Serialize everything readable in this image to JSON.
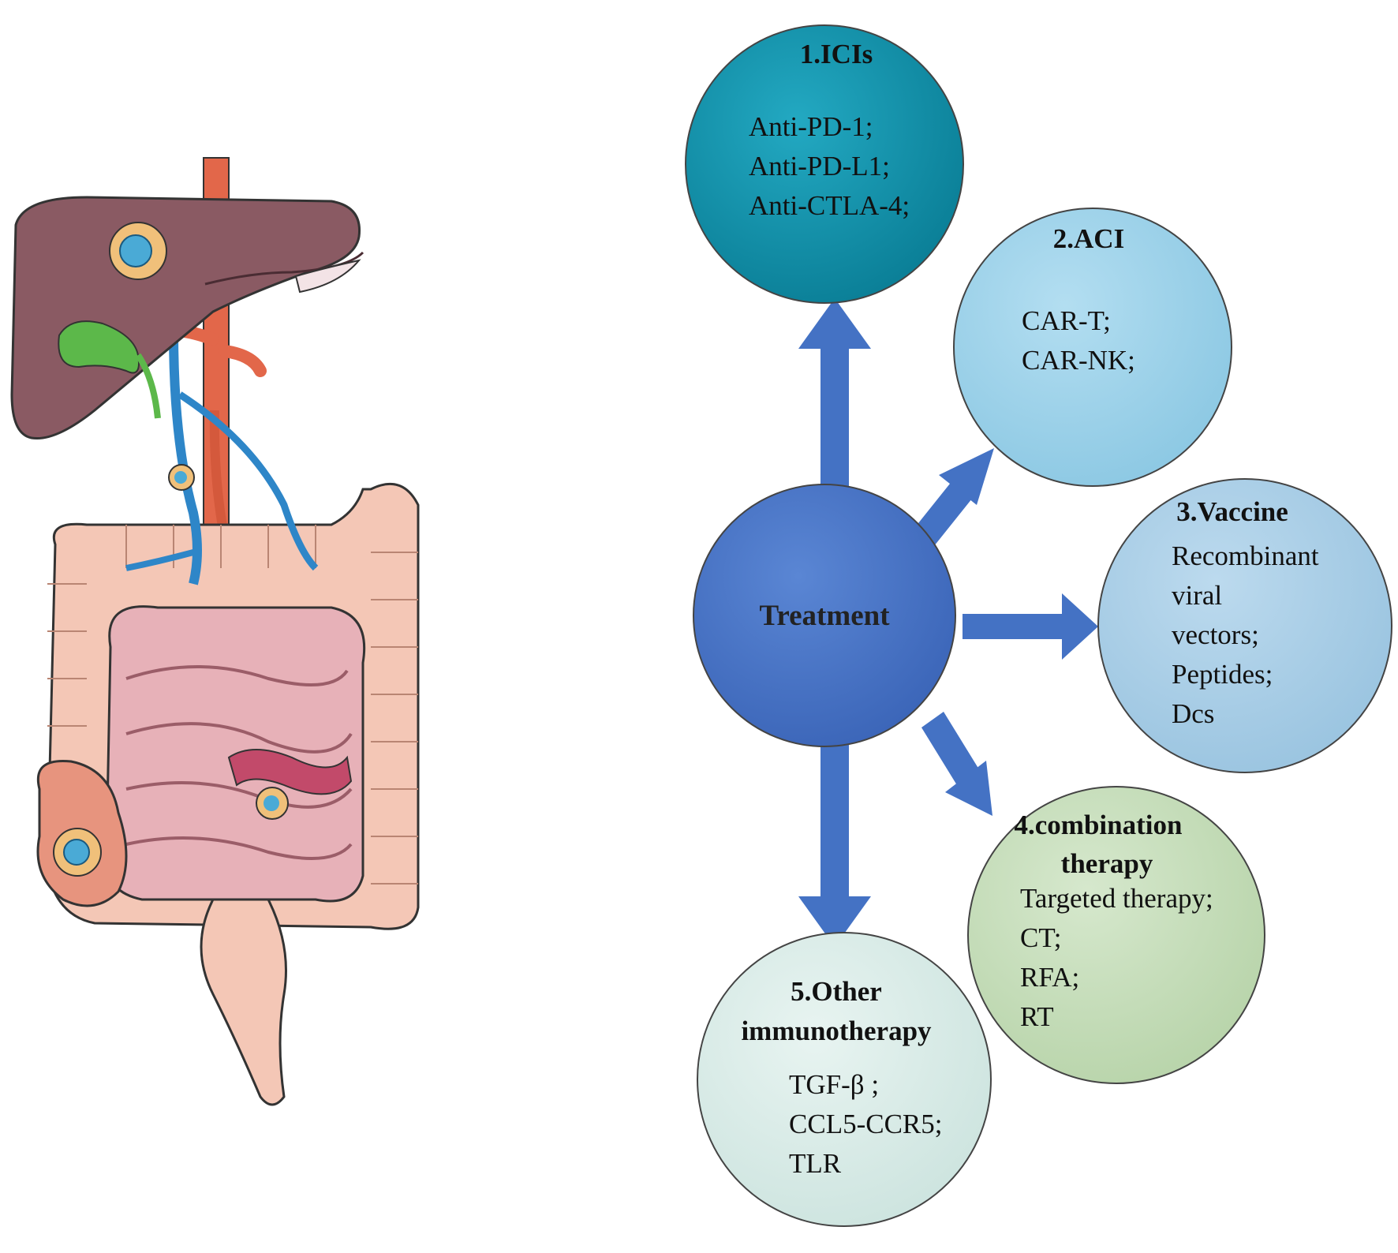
{
  "center": {
    "label": "Treatment"
  },
  "nodes": [
    {
      "id": "icis",
      "title": "1.ICIs",
      "items": [
        "Anti-PD-1;",
        "Anti-PD-L1;",
        "Anti-CTLA-4;"
      ]
    },
    {
      "id": "aci",
      "title": "2.ACI",
      "items": [
        "CAR-T;",
        "CAR-NK;"
      ]
    },
    {
      "id": "vaccine",
      "title": "3.Vaccine",
      "items": [
        "Recombinant",
        "viral",
        "vectors;",
        "Peptides;",
        "Dcs"
      ]
    },
    {
      "id": "combination",
      "title_lines": [
        "4.combination",
        "therapy"
      ],
      "items": [
        "Targeted therapy;",
        "CT;",
        "RFA;",
        "RT"
      ]
    },
    {
      "id": "other",
      "title_lines": [
        "5.Other",
        "immunotherapy"
      ],
      "items": [
        "TGF-β ;",
        "CCL5-CCR5;",
        "TLR"
      ]
    }
  ],
  "colors": {
    "center": "#4472c4",
    "arrow": "#4472c4",
    "icis": "#0f8fa8",
    "aci": "#9dd3ea",
    "vaccine": "#a8cde6",
    "combination": "#c6ddbb",
    "other": "#d9ece8",
    "liver": "#8a5a63",
    "artery": "#e2674a",
    "vein": "#2e86c8",
    "gallbladder": "#5cb84a",
    "intestine": "#e7b1b8",
    "colon": "#f4c7b6",
    "tumor": "#f0c07a",
    "tumor_core": "#4aaad6"
  }
}
